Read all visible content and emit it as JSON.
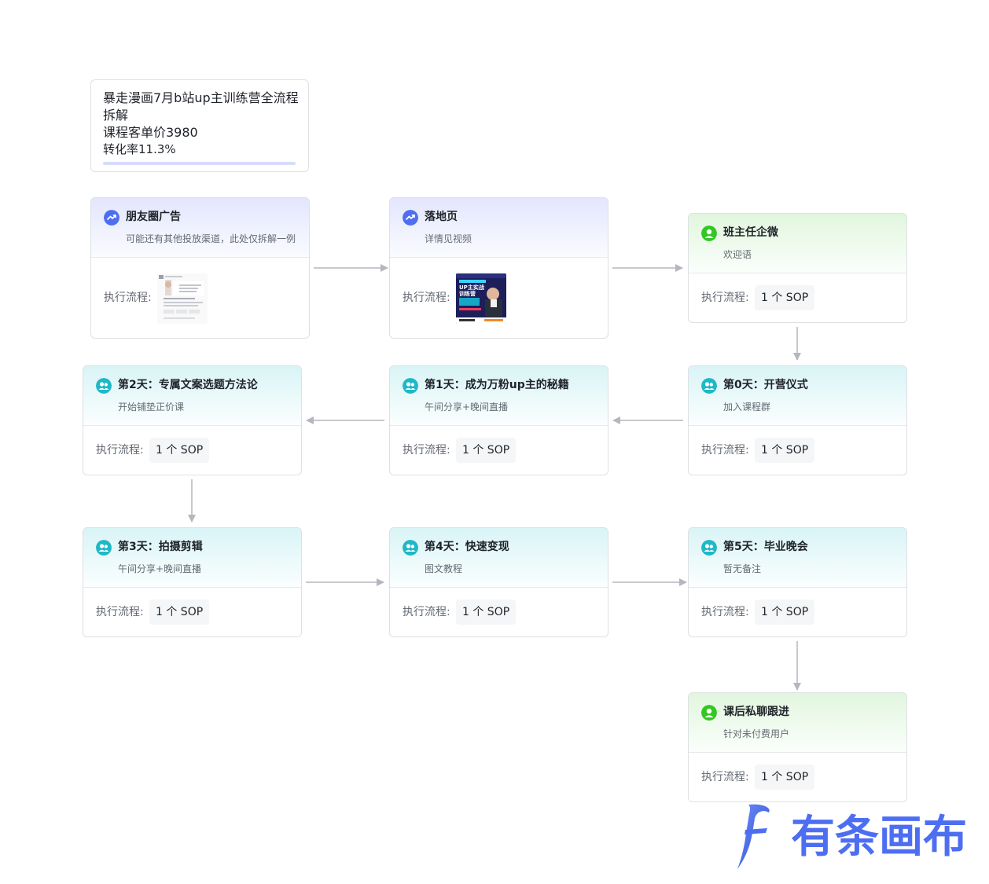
{
  "info_card": {
    "line1": "暴走漫画7月b站up主训练营全流程",
    "line2": "拆解",
    "line3": "课程客单价3980",
    "line4": "转化率11.3%"
  },
  "exec_label": "执行流程:",
  "nodes": {
    "moments_ad": {
      "title": "朋友圈广告",
      "subtitle": "可能还有其他投放渠道，此处仅拆解一例",
      "icon": "channel-icon"
    },
    "landing_page": {
      "title": "落地页",
      "subtitle": "详情见视频",
      "icon": "channel-icon"
    },
    "teacher_wecom": {
      "title": "班主任企微",
      "subtitle": "欢迎语",
      "sop": "1 个 SOP",
      "icon": "person-icon"
    },
    "day0": {
      "title": "第0天：开营仪式",
      "subtitle": "加入课程群",
      "sop": "1 个 SOP",
      "icon": "group-icon"
    },
    "day1": {
      "title": "第1天：成为万粉up主的秘籍",
      "subtitle": "午间分享+晚间直播",
      "sop": "1 个 SOP",
      "icon": "group-icon"
    },
    "day2": {
      "title": "第2天：专属文案选题方法论",
      "subtitle": "开始铺垫正价课",
      "sop": "1 个 SOP",
      "icon": "group-icon"
    },
    "day3": {
      "title": "第3天：拍摄剪辑",
      "subtitle": "午间分享+晚间直播",
      "sop": "1 个 SOP",
      "icon": "group-icon"
    },
    "day4": {
      "title": "第4天：快速变现",
      "subtitle": "图文教程",
      "sop": "1 个 SOP",
      "icon": "group-icon"
    },
    "day5": {
      "title": "第5天：毕业晚会",
      "subtitle": "暂无备注",
      "sop": "1 个 SOP",
      "icon": "group-icon"
    },
    "followup": {
      "title": "课后私聊跟进",
      "subtitle": "针对未付费用户",
      "sop": "1 个 SOP",
      "icon": "person-icon"
    }
  },
  "thumb_landing": {
    "line1": "UP主实战",
    "line2": "训练营"
  },
  "logo": {
    "text": "有条画布"
  },
  "colors": {
    "blue_icon": "#4e6ef2",
    "green_icon": "#34c724",
    "cyan_icon": "#1fb8c6",
    "arrow": "#b4b7bd"
  }
}
